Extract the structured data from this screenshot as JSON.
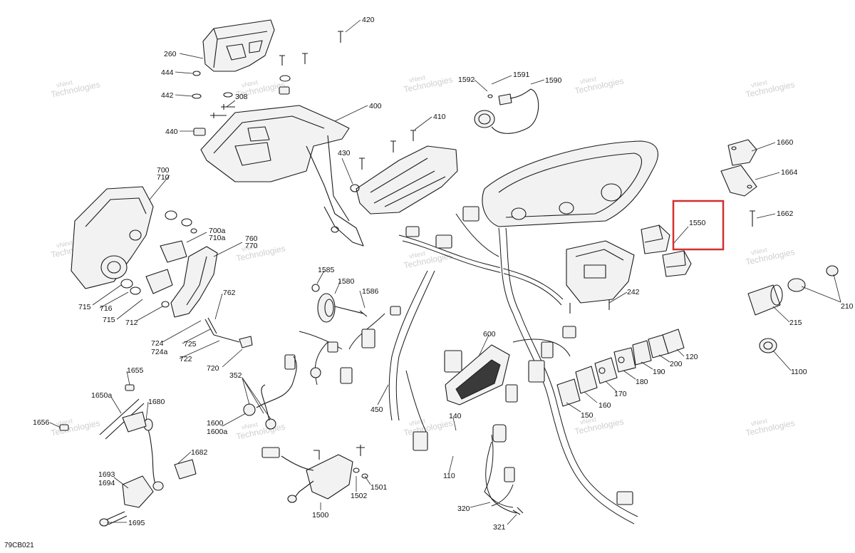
{
  "figure_ref": "79CB021",
  "highlight": {
    "label": "1550",
    "color": "#d32f2f"
  },
  "watermark": {
    "line1": "vNext",
    "line2": "Technologies"
  },
  "callouts": [
    {
      "id": "c420",
      "text": "420"
    },
    {
      "id": "c260",
      "text": "260"
    },
    {
      "id": "c444",
      "text": "444"
    },
    {
      "id": "c442",
      "text": "442"
    },
    {
      "id": "c308",
      "text": "308"
    },
    {
      "id": "c440",
      "text": "440"
    },
    {
      "id": "c400",
      "text": "400"
    },
    {
      "id": "c410",
      "text": "410"
    },
    {
      "id": "c430",
      "text": "430"
    },
    {
      "id": "c1592",
      "text": "1592"
    },
    {
      "id": "c1591",
      "text": "1591"
    },
    {
      "id": "c1590",
      "text": "1590"
    },
    {
      "id": "c1660",
      "text": "1660"
    },
    {
      "id": "c1664",
      "text": "1664"
    },
    {
      "id": "c1662",
      "text": "1662"
    },
    {
      "id": "c1550",
      "text": "1550"
    },
    {
      "id": "c700",
      "text": "700"
    },
    {
      "id": "c710",
      "text": "710"
    },
    {
      "id": "c700a",
      "text": "700a"
    },
    {
      "id": "c710a",
      "text": "710a"
    },
    {
      "id": "c760",
      "text": "760"
    },
    {
      "id": "c770",
      "text": "770"
    },
    {
      "id": "c715a",
      "text": "715"
    },
    {
      "id": "c716",
      "text": "716"
    },
    {
      "id": "c715b",
      "text": "715"
    },
    {
      "id": "c712",
      "text": "712"
    },
    {
      "id": "c762",
      "text": "762"
    },
    {
      "id": "c724",
      "text": "724"
    },
    {
      "id": "c724a",
      "text": "724a"
    },
    {
      "id": "c725",
      "text": "725"
    },
    {
      "id": "c722",
      "text": "722"
    },
    {
      "id": "c720",
      "text": "720"
    },
    {
      "id": "c1585",
      "text": "1585"
    },
    {
      "id": "c1580",
      "text": "1580"
    },
    {
      "id": "c1586",
      "text": "1586"
    },
    {
      "id": "c242",
      "text": "242"
    },
    {
      "id": "c210",
      "text": "210"
    },
    {
      "id": "c215",
      "text": "215"
    },
    {
      "id": "c1100",
      "text": "1100"
    },
    {
      "id": "c600",
      "text": "600"
    },
    {
      "id": "c120",
      "text": "120"
    },
    {
      "id": "c200",
      "text": "200"
    },
    {
      "id": "c190",
      "text": "190"
    },
    {
      "id": "c180",
      "text": "180"
    },
    {
      "id": "c170",
      "text": "170"
    },
    {
      "id": "c160",
      "text": "160"
    },
    {
      "id": "c150",
      "text": "150"
    },
    {
      "id": "c1655",
      "text": "1655"
    },
    {
      "id": "c1650a",
      "text": "1650a"
    },
    {
      "id": "c1656",
      "text": "1656"
    },
    {
      "id": "c1680",
      "text": "1680"
    },
    {
      "id": "c352",
      "text": "352"
    },
    {
      "id": "c1600",
      "text": "1600"
    },
    {
      "id": "c1600a",
      "text": "1600a"
    },
    {
      "id": "c450",
      "text": "450"
    },
    {
      "id": "c140",
      "text": "140"
    },
    {
      "id": "c110",
      "text": "110"
    },
    {
      "id": "c1682",
      "text": "1682"
    },
    {
      "id": "c1693",
      "text": "1693"
    },
    {
      "id": "c1694",
      "text": "1694"
    },
    {
      "id": "c1695",
      "text": "1695"
    },
    {
      "id": "c1500",
      "text": "1500"
    },
    {
      "id": "c1502",
      "text": "1502"
    },
    {
      "id": "c1501",
      "text": "1501"
    },
    {
      "id": "c320",
      "text": "320"
    },
    {
      "id": "c321",
      "text": "321"
    }
  ]
}
